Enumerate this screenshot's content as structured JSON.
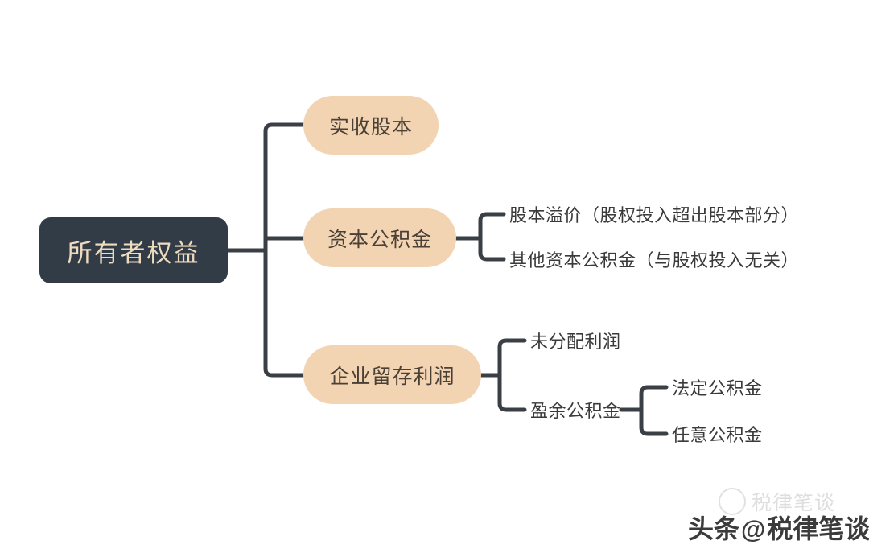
{
  "diagram": {
    "type": "mind-map",
    "title": "所有者权益",
    "root": {
      "label": "所有者权益",
      "fill": "#323c47",
      "text_color": "#efdcc0"
    },
    "branch_fill": "#f3d4b2",
    "branch_text_color": "#4a4036",
    "connector_color": "#3a3f45",
    "leaf_text_color": "#3a3a3a",
    "branches": [
      {
        "label": "实收股本",
        "children": []
      },
      {
        "label": "资本公积金",
        "children": [
          {
            "label": "股本溢价（股权投入超出股本部分）"
          },
          {
            "label": "其他资本公积金（与股权投入无关）"
          }
        ]
      },
      {
        "label": "企业留存利润",
        "children": [
          {
            "label": "未分配利润"
          },
          {
            "label": "盈余公积金",
            "children": [
              {
                "label": "法定公积金"
              },
              {
                "label": "任意公积金"
              }
            ]
          }
        ]
      }
    ]
  },
  "watermark": {
    "logo_text": "税律笔谈",
    "platform": "头条",
    "at_symbol": "@",
    "account": "税律笔谈"
  }
}
